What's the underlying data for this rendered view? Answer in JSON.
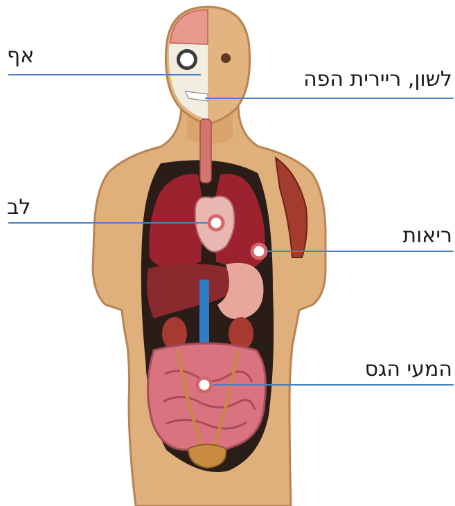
{
  "labels": {
    "nose": "אף",
    "tongue": "לשון, ריירית הפה",
    "heart": "לב",
    "lungs": "ריאות",
    "large_intestine": "המעי הגס"
  },
  "colors": {
    "leader_line": "#4a7fc1",
    "skin": "#e0b07c",
    "skin_shadow": "#b98252",
    "body_cavity": "#2a1d17",
    "lung": "#9c2230",
    "liver": "#8b2a2e",
    "intestine": "#d8737f",
    "kidney": "#a63a30",
    "vessel": "#2e7cc4",
    "bladder": "#c98a42"
  }
}
